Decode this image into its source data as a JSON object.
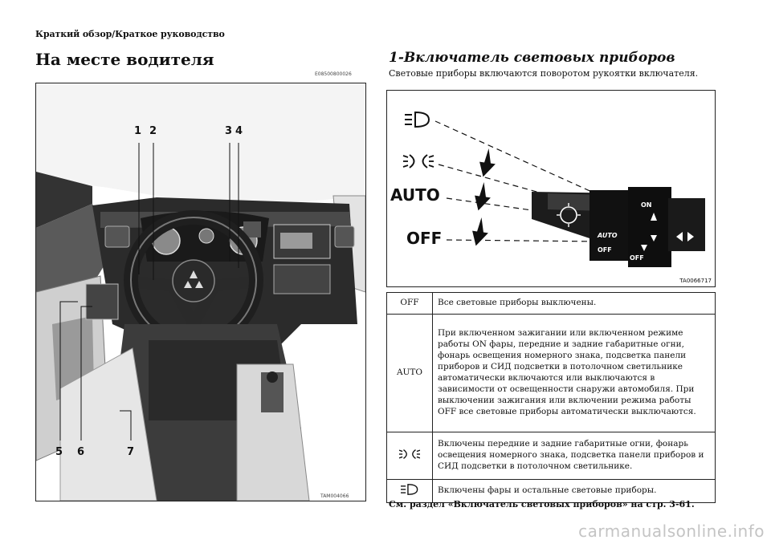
{
  "header": {
    "section": "Краткий обзор/Краткое руководство"
  },
  "left": {
    "title": "На месте водителя",
    "code": "E08500800026",
    "callouts": [
      "1",
      "2",
      "3",
      "4",
      "5",
      "6",
      "7"
    ],
    "figure_code": "TAM004066"
  },
  "right": {
    "title": "1-Включатель световых приборов",
    "subtitle": "Световые приборы включаются поворотом рукоятки включателя.",
    "diagram": {
      "labels": [
        "AUTO",
        "OFF"
      ],
      "switch_labels": [
        "ON",
        "AUTO",
        "OFF",
        "OFF"
      ],
      "figure_code": "TA0066717"
    },
    "table": [
      {
        "key": "OFF",
        "icon": null,
        "text": "Все световые приборы выключены."
      },
      {
        "key": "AUTO",
        "icon": null,
        "text": "При включенном зажигании или включенном режиме работы ON фары, передние и задние габаритные огни, фонарь освещения номерного знака, подсветка панели приборов и СИД подсветки в потолочном светильнике автоматически включаются или выключаются в зависимости от освещенности снаружи автомобиля. При выключении зажигания или включении режима работы OFF все световые приборы автоматически выключаются."
      },
      {
        "key": "",
        "icon": "parking-lights-icon",
        "text": "Включены передние и задние габаритные огни, фонарь освещения номерного знака, подсветка панели приборов и СИД подсветки в потолочном светильнике."
      },
      {
        "key": "",
        "icon": "headlight-icon",
        "text": "Включены фары и остальные световые приборы."
      }
    ],
    "reference": "См. раздел «Включатель световых приборов» на стр. 3-61."
  },
  "watermark": "carmanualsonline.info"
}
